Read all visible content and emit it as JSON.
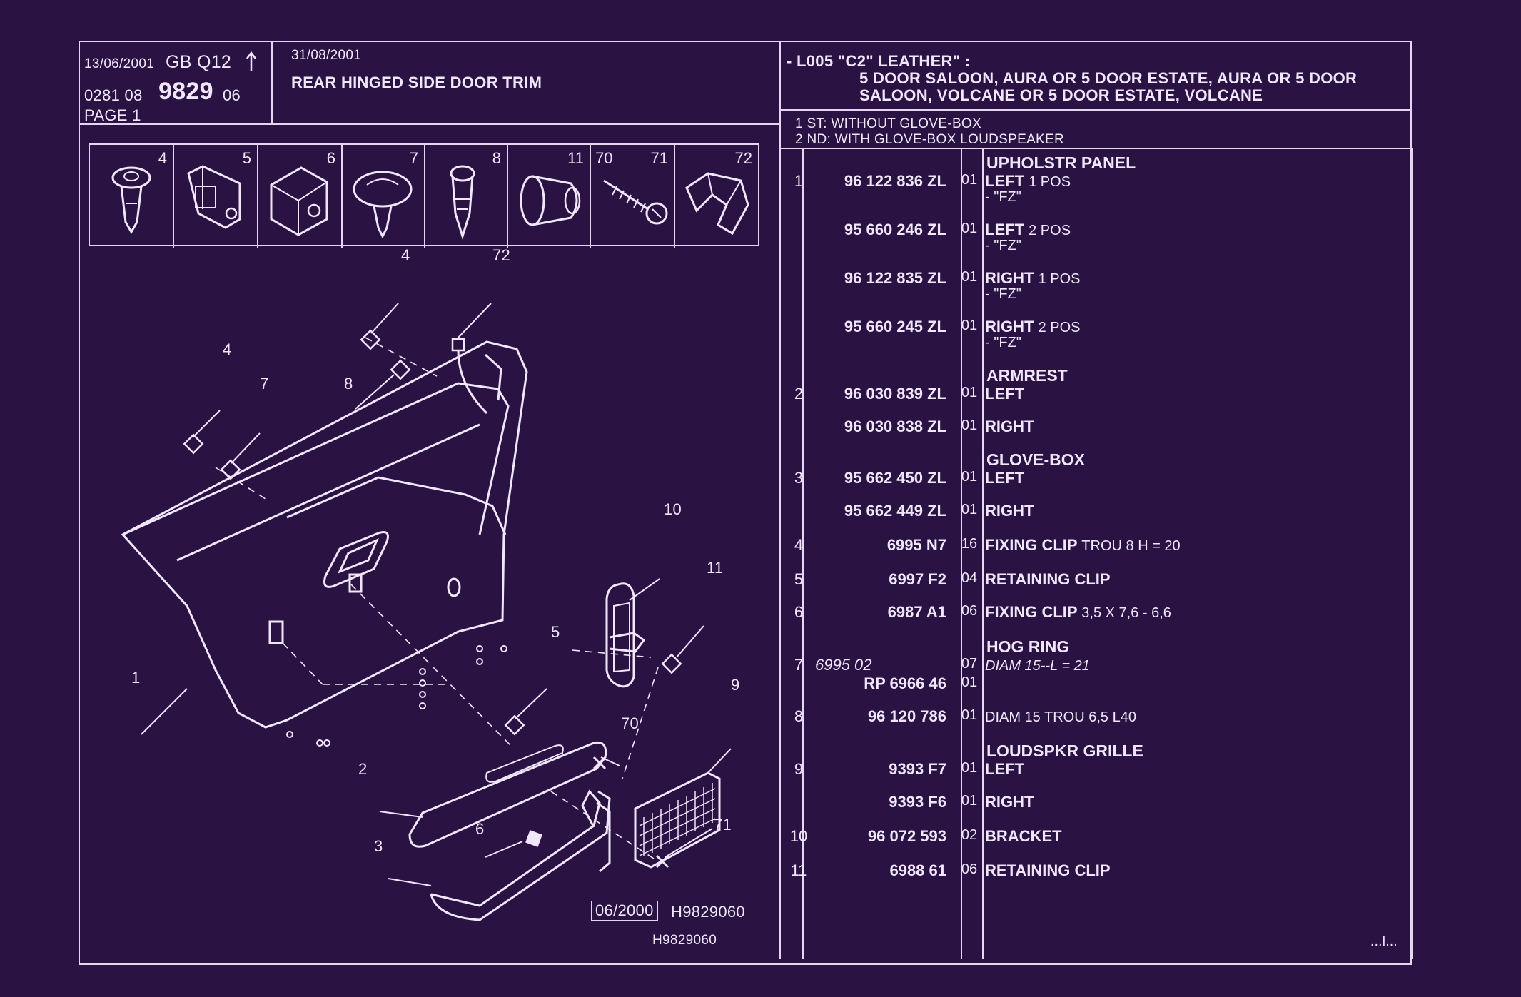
{
  "header": {
    "date_left": "13/06/2001",
    "gb_code": "GB Q12",
    "code_prefix": "0281 08",
    "code_main": "9829",
    "code_suffix": "06",
    "page_label": "PAGE 1",
    "date_right": "31/08/2001",
    "title": "REAR HINGED SIDE DOOR TRIM",
    "spec_line1": "- L005 \"C2\" LEATHER\" :",
    "spec_line2": "5 DOOR SALOON, AURA OR 5 DOOR ESTATE, AURA OR 5 DOOR",
    "spec_line3": "SALOON, VOLCANE OR 5 DOOR ESTATE, VOLCANE",
    "note1": "1 ST: WITHOUT GLOVE-BOX",
    "note2": "2 ND: WITH GLOVE-BOX LOUDSPEAKER"
  },
  "thumbnails": [
    "4",
    "5",
    "6",
    "7",
    "8",
    "11",
    "70",
    "71",
    "72"
  ],
  "diagram": {
    "callouts": [
      "4",
      "72",
      "4",
      "7",
      "8",
      "10",
      "11",
      "5",
      "1",
      "9",
      "70",
      "2",
      "6",
      "71",
      "3"
    ],
    "stamp_date": "06/2000",
    "stamp_ref": "H9829060",
    "ref_small": "H9829060"
  },
  "parts": {
    "groups": {
      "upholstr": "UPHOLSTR PANEL",
      "armrest": "ARMREST",
      "glovebox": "GLOVE-BOX",
      "hogring": "HOG RING",
      "grille": "LOUDSPKR GRILLE"
    },
    "rows": [
      {
        "idx": "1",
        "part": "96 122 836 ZL",
        "qty": "01",
        "desc": "LEFT",
        "note": "1 POS",
        "sub": "-     \"FZ\""
      },
      {
        "idx": "",
        "part": "95 660 246 ZL",
        "qty": "01",
        "desc": "LEFT",
        "note": "2 POS",
        "sub": "-     \"FZ\""
      },
      {
        "idx": "",
        "part": "96 122 835 ZL",
        "qty": "01",
        "desc": "RIGHT",
        "note": "1 POS",
        "sub": "-     \"FZ\""
      },
      {
        "idx": "",
        "part": "95 660 245 ZL",
        "qty": "01",
        "desc": "RIGHT",
        "note": "2 POS",
        "sub": "-     \"FZ\""
      },
      {
        "idx": "2",
        "part": "96 030 839 ZL",
        "qty": "01",
        "desc": "LEFT",
        "note": ""
      },
      {
        "idx": "",
        "part": "96 030 838 ZL",
        "qty": "01",
        "desc": "RIGHT",
        "note": ""
      },
      {
        "idx": "3",
        "part": "95 662 450 ZL",
        "qty": "01",
        "desc": "LEFT",
        "note": ""
      },
      {
        "idx": "",
        "part": "95 662 449 ZL",
        "qty": "01",
        "desc": "RIGHT",
        "note": ""
      },
      {
        "idx": "4",
        "part": "6995 N7",
        "qty": "16",
        "desc": "FIXING CLIP",
        "note": "TROU 8 H = 20"
      },
      {
        "idx": "5",
        "part": "6997 F2",
        "qty": "04",
        "desc": "RETAINING CLIP",
        "note": ""
      },
      {
        "idx": "6",
        "part": "6987 A1",
        "qty": "06",
        "desc": "FIXING CLIP",
        "note": "3,5 X 7,6 - 6,6"
      },
      {
        "idx": "7",
        "alt": "6995 02",
        "part": "",
        "qty": "07",
        "desc": "",
        "note": "DIAM 15--L = 21"
      },
      {
        "idx": "",
        "part": "RP  6966 46",
        "qty": "01",
        "desc": "",
        "note": ""
      },
      {
        "idx": "8",
        "part": "96 120 786",
        "qty": "01",
        "desc": "",
        "note": "DIAM 15 TROU 6,5 L40"
      },
      {
        "idx": "9",
        "part": "9393 F7",
        "qty": "01",
        "desc": "LEFT",
        "note": ""
      },
      {
        "idx": "",
        "part": "9393 F6",
        "qty": "01",
        "desc": "RIGHT",
        "note": ""
      },
      {
        "idx": "10",
        "part": "96 072 593",
        "qty": "02",
        "desc": "BRACKET",
        "note": ""
      },
      {
        "idx": "11",
        "part": "6988 61",
        "qty": "06",
        "desc": "RETAINING CLIP",
        "note": ""
      }
    ],
    "continued": "...l..."
  }
}
